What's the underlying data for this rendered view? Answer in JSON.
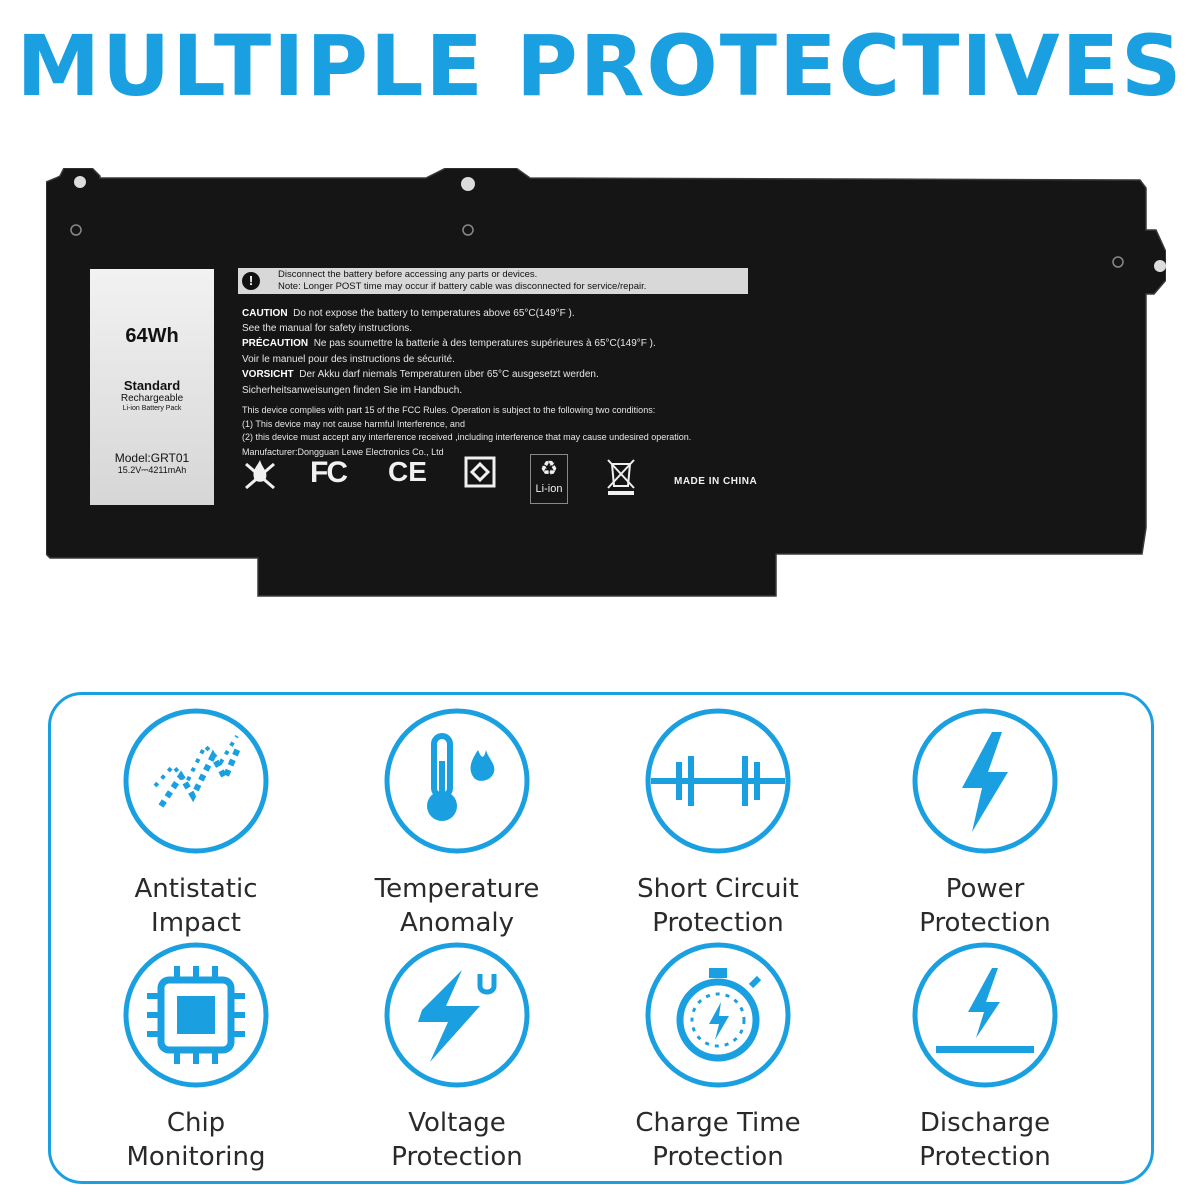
{
  "headline": "MULTIPLE PROTECTIVES",
  "battery": {
    "capacity": "64Wh",
    "type": "Standard",
    "rechargeable": "Rechargeable",
    "pack": "Li-ion Battery Pack",
    "model": "Model:GRT01",
    "rating": "15.2V⎓4211mAh",
    "warning_line1": "Disconnect the battery before accessing any parts or devices.",
    "warning_line2": "Note: Longer POST time may occur if battery cable was disconnected for service/repair.",
    "caution_label": "CAUTION",
    "caution_text": "Do not expose the battery to temperatures above 65°C(149°F ).",
    "caution_text2": "See the manual for safety instructions.",
    "precaution_label": "PRÉCAUTION",
    "precaution_text": "Ne pas soumettre la batterie à des temperatures supérieures à 65°C(149°F ).",
    "precaution_text2": "Voir le manuel pour des instructions de sécurité.",
    "vorsicht_label": "VORSICHT",
    "vorsicht_text": "Der Akku darf niemals Temperaturen über 65°C ausgesetzt werden.",
    "vorsicht_text2": "Sicherheitsanweisungen finden Sie im Handbuch.",
    "fcc1": "This device complies with part 15 of the FCC Rules. Operation is subject to the following two conditions:",
    "fcc2": "(1) This device may not cause harmful Interference, and",
    "fcc3": "(2) this device must accept any interference received ,including interference that may cause undesired operation.",
    "manufacturer": "Manufacturer:Dongguan Lewe Electronics Co., Ltd",
    "fc_mark": "FC",
    "ce_mark": "CE",
    "li_ion": "Li-ion",
    "made_in": "MADE IN CHINA"
  },
  "features": [
    {
      "icon": "antistatic-icon",
      "line1": "Antistatic",
      "line2": "Impact"
    },
    {
      "icon": "thermometer-flame-icon",
      "line1": "Temperature",
      "line2": "Anomaly"
    },
    {
      "icon": "circuit-icon",
      "line1": "Short Circuit",
      "line2": "Protection"
    },
    {
      "icon": "lightning-bolt-icon",
      "line1": "Power",
      "line2": "Protection"
    },
    {
      "icon": "chip-icon",
      "line1": "Chip",
      "line2": "Monitoring"
    },
    {
      "icon": "voltage-icon",
      "line1": "Voltage",
      "line2": "Protection"
    },
    {
      "icon": "stopwatch-icon",
      "line1": "Charge Time",
      "line2": "Protection"
    },
    {
      "icon": "discharge-icon",
      "line1": "Discharge",
      "line2": "Protection"
    }
  ],
  "colors": {
    "accent": "#1aa0e0",
    "battery": "#151515"
  }
}
